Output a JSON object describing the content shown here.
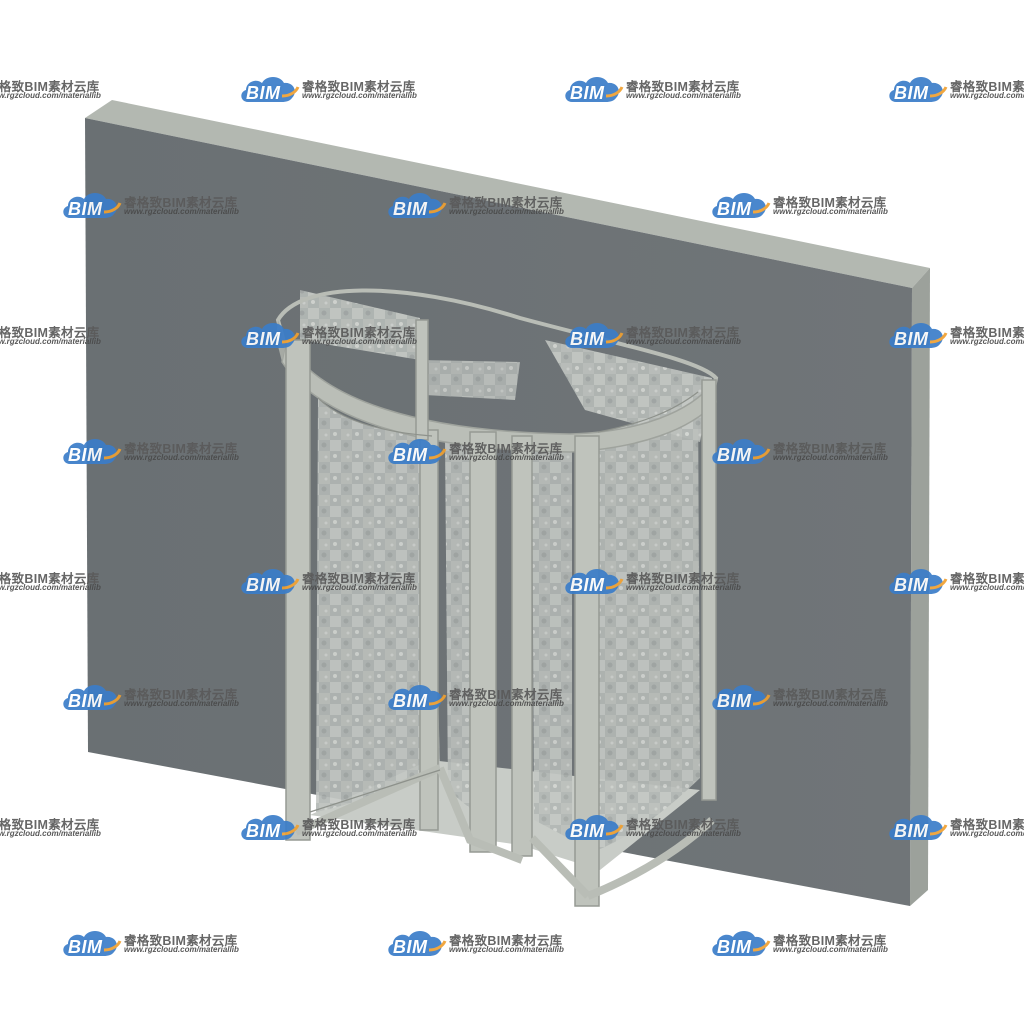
{
  "watermark": {
    "logo_text": "BIM",
    "brand_name": "睿格致BIM素材云库",
    "url": "www.rgzcloud.com/materiallib",
    "logo_color": "#3b7dc9",
    "accent_color": "#f0a030"
  },
  "scene": {
    "wall_color": "#6e7376",
    "frame_color": "#b9bdb6",
    "glass_color": "#a9afae"
  }
}
